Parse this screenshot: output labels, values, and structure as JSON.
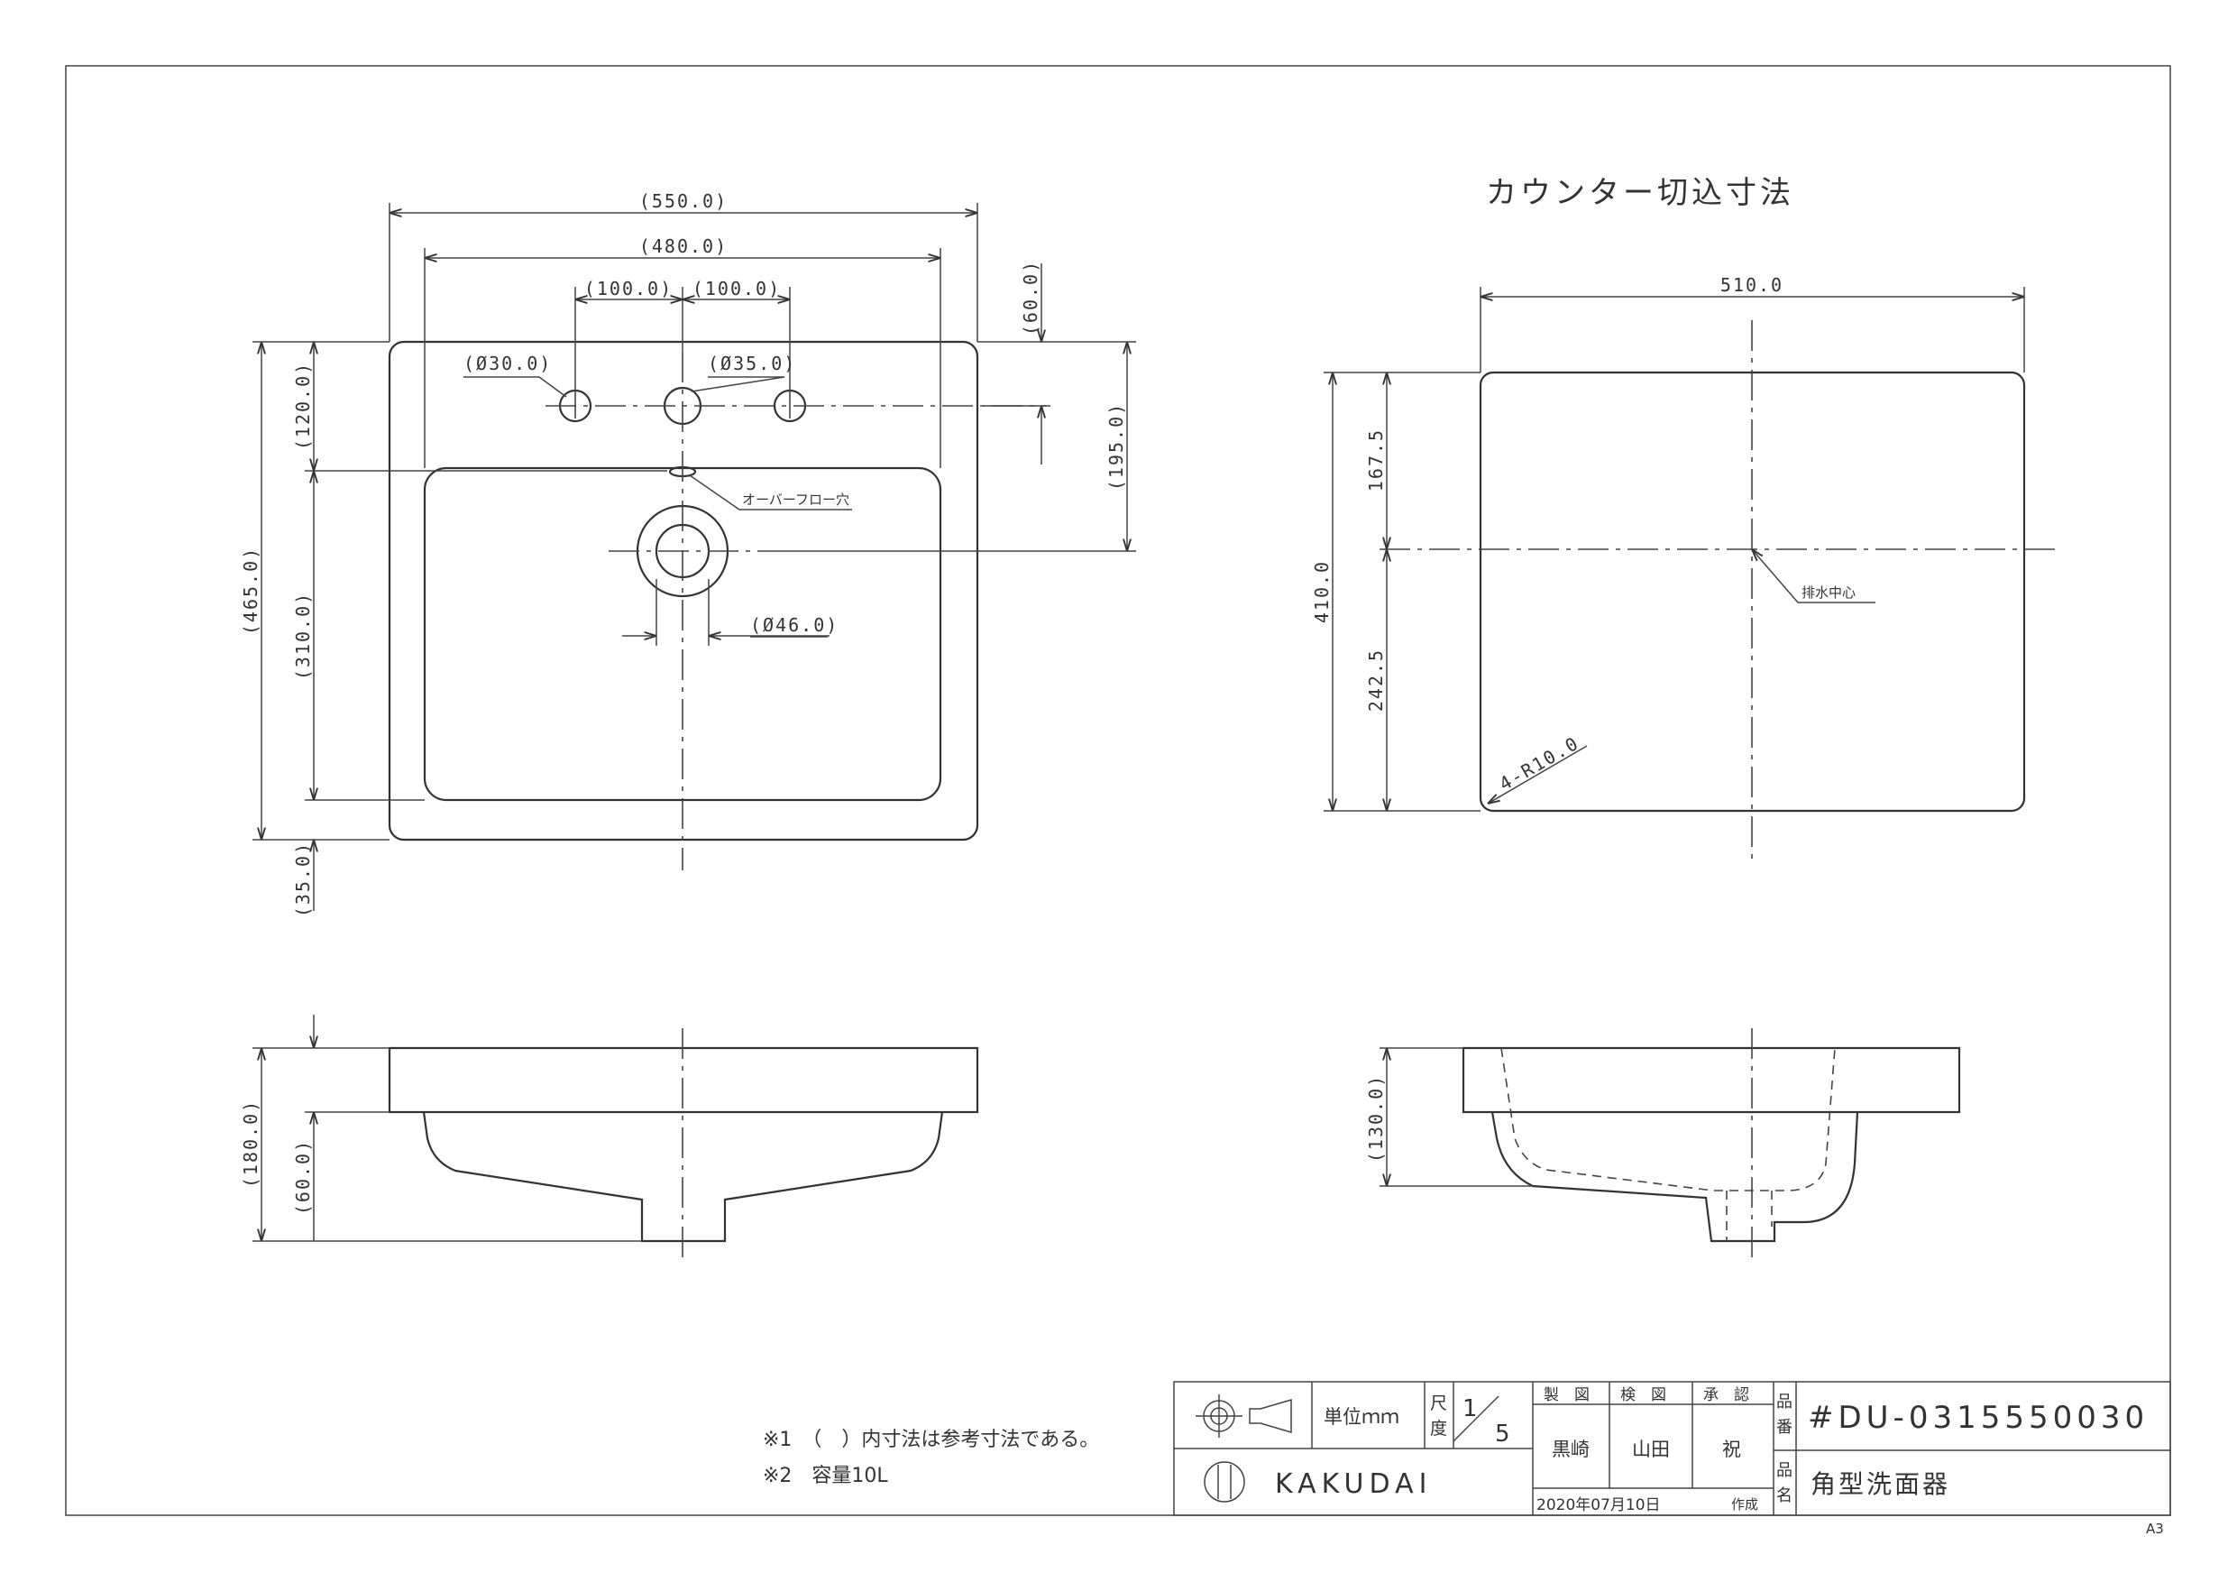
{
  "plan_view": {
    "dim_overall_width": "(550.0)",
    "dim_bowl_width": "(480.0)",
    "dim_hole_pitch_left": "(100.0)",
    "dim_hole_pitch_right": "(100.0)",
    "dim_top_margin": "(60.0)",
    "dim_hole_left_dia": "(Ø30.0)",
    "dim_hole_center_dia": "(Ø35.0)",
    "dim_deck_depth": "(120.0)",
    "dim_total_depth": "(465.0)",
    "dim_bowl_depth": "(310.0)",
    "dim_bottom_margin": "(35.0)",
    "dim_drain_offset": "(195.0)",
    "dim_drain_dia": "(Ø46.0)",
    "label_overflow": "オーバーフロー穴"
  },
  "cutout_view": {
    "title": "カウンター切込寸法",
    "dim_width": "510.0",
    "dim_height": "410.0",
    "dim_upper": "167.5",
    "dim_lower": "242.5",
    "dim_radius": "4-R10.0",
    "label_drain_center": "排水中心"
  },
  "front_view": {
    "dim_total_height": "(180.0)",
    "dim_rim_height": "(60.0)"
  },
  "side_view": {
    "dim_height": "(130.0)"
  },
  "notes": {
    "note1": "※1　（　）内寸法は参考寸法である。",
    "note2": "※2　容量10L"
  },
  "title_block": {
    "unit_label": "単位ｍｍ",
    "scale_label_1": "尺",
    "scale_label_2": "度",
    "scale_num": "1",
    "scale_den": "5",
    "header_drawn": "製　図",
    "header_checked": "検　図",
    "header_approved": "承　認",
    "name_drawn": "黒崎",
    "name_checked": "山田",
    "name_approved": "祝",
    "label_part_no_1": "品",
    "label_part_no_2": "番",
    "part_no": "#DU-0315550030",
    "label_part_name_1": "品",
    "label_part_name_2": "名",
    "part_name": "角型洗面器",
    "date": "2020年07月10日",
    "date_suffix": "作成",
    "company": "KAKUDAI",
    "sheet_size": "A3"
  }
}
